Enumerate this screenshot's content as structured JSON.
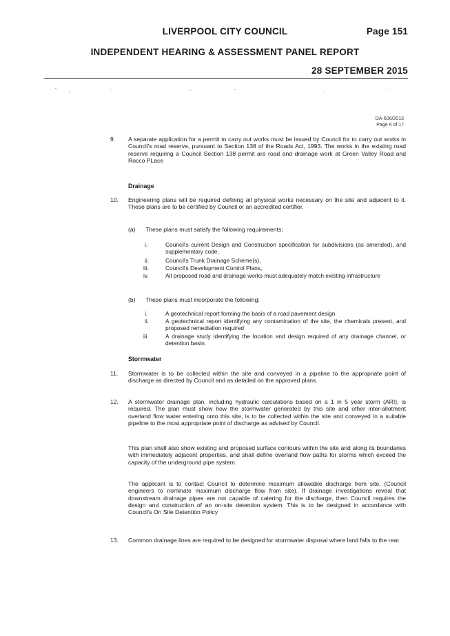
{
  "header": {
    "council": "LIVERPOOL CITY COUNCIL",
    "page": "Page 151",
    "report_title": "INDEPENDENT HEARING & ASSESSMENT PANEL REPORT",
    "date": "28 SEPTEMBER 2015"
  },
  "reference": {
    "da_number": "DA-506/2013",
    "page_of": "Page 6 of 17"
  },
  "conditions": {
    "c9": {
      "number": "9.",
      "text": "A separate application for a permit to carry out works must be issued by Council for to carry out works in Council's road reserve, pursuant to Section 138 of the Roads Act, 1993. The works in the existing road reserve requiring a Council Section 138 permit are road and drainage work at Green Valley Road and Rocco PLace"
    },
    "drainage_heading": "Drainage",
    "c10": {
      "number": "10.",
      "text": "Engineering plans will be required defining all physical works necessary on the site and adjacent to it. These plans are to be certified by Council or an accredited certifier.",
      "a": {
        "label": "(a)",
        "text": "These plans must satisfy the following requirements:",
        "items": [
          {
            "num": "i.",
            "text": "Council's current Design and Construction specification for subdivisions (as amended), and supplementary code,"
          },
          {
            "num": "ii.",
            "text": "Council's Trunk Drainage Scheme(s),"
          },
          {
            "num": "iii.",
            "text": "Council's Development Control Plans,"
          },
          {
            "num": "iv.",
            "text": "All proposed road and drainage works must adequately match existing infrastructure"
          }
        ]
      },
      "b": {
        "label": "(b)",
        "text": "These plans must incorporate the following:",
        "items": [
          {
            "num": "i.",
            "text": "A geotechnical report forming the basis of a road pavement design"
          },
          {
            "num": "ii.",
            "text": "A geotechnical report identifying any contamination of the site, the chemicals present, and proposed remediation required"
          },
          {
            "num": "iii.",
            "text": "A drainage study identifying the location and design required of any drainage channel, or detention basin."
          }
        ]
      }
    },
    "stormwater_heading": "Stormwater",
    "c11": {
      "number": "11.",
      "text": "Stormwater is to be collected within the site and conveyed in a pipeline to the appropriate point of discharge as directed by Council and as detailed on the approved plans."
    },
    "c12": {
      "number": "12.",
      "p1": "A stormwater drainage plan, including hydraulic calculations based on a 1 in 5 year storm (ARI), is required. The plan must show how the stormwater generated by this site and other inter-allotment overland flow water entering onto this site, is to be collected within the site and conveyed in a suitable pipeline to the most appropriate point of discharge as advised by Council.",
      "p2": "This plan shall also show existing and proposed surface contours within the site and along its boundaries with immediately adjacent properties, and shall define overland flow paths for storms which exceed the capacity of the underground pipe system.",
      "p3": "The applicant is to contact Council to determine maximum allowable discharge from site. (Council engineers to nominate maximum discharge flow from site). If drainage investigations reveal that downstream drainage pipes are not capable of catering for the discharge, then Council requires the design and construction of an on-site detention system. This is to be designed in accordance with Council's On Site Detention Policy"
    },
    "c13": {
      "number": "13.",
      "text": "Common drainage lines are required to be designed for stormwater disposal where land falls to the rear."
    }
  }
}
